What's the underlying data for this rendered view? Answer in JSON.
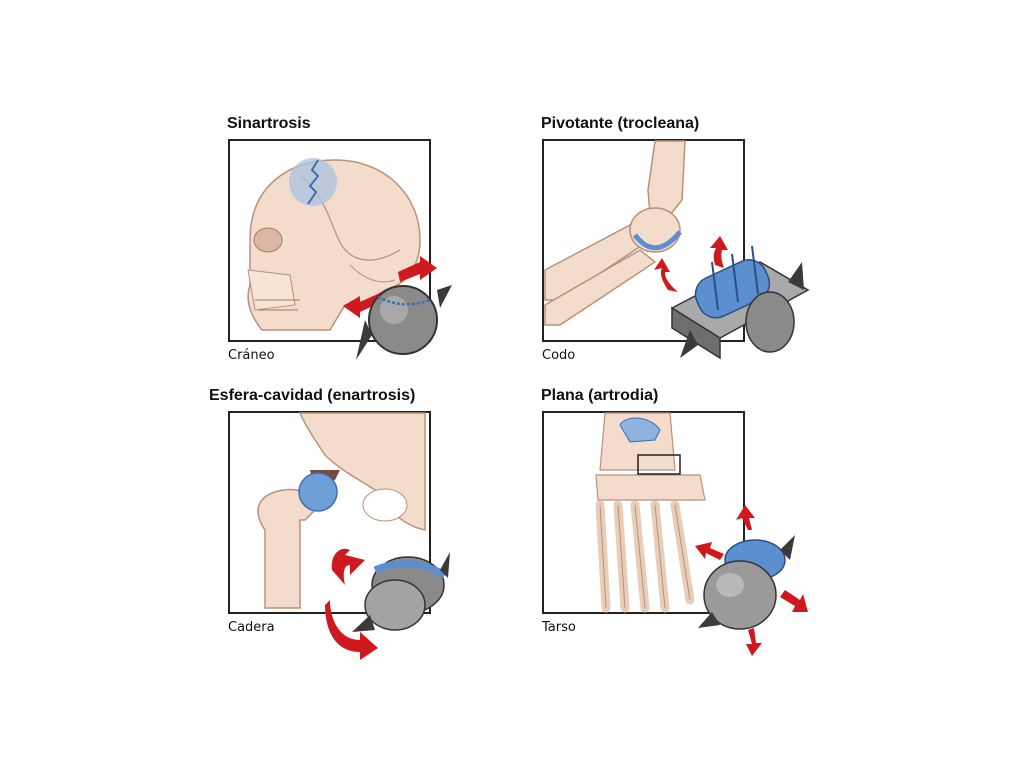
{
  "panels": [
    {
      "title": "Sinartrosis",
      "caption": "Cráneo",
      "joint": "suture"
    },
    {
      "title": "Pivotante (trocleana)",
      "caption": "Codo",
      "joint": "hinge"
    },
    {
      "title": "Esfera-cavidad (enartrosis)",
      "caption": "Cadera",
      "joint": "ball-socket"
    },
    {
      "title": "Plana (artrodia)",
      "caption": "Tarso",
      "joint": "plane"
    }
  ],
  "colors": {
    "bone": "#f3dccb",
    "bone_shade": "#d9b9a3",
    "joint_blue": "#7aa6d6",
    "arrow_red": "#d0191f",
    "metal_gray": "#8a8a8a",
    "metal_dark": "#3a3a3a"
  },
  "icons": [
    "skull-illustration",
    "elbow-illustration",
    "hip-illustration",
    "foot-illustration",
    "red-arrow-icon",
    "mechanical-joint-icon"
  ]
}
